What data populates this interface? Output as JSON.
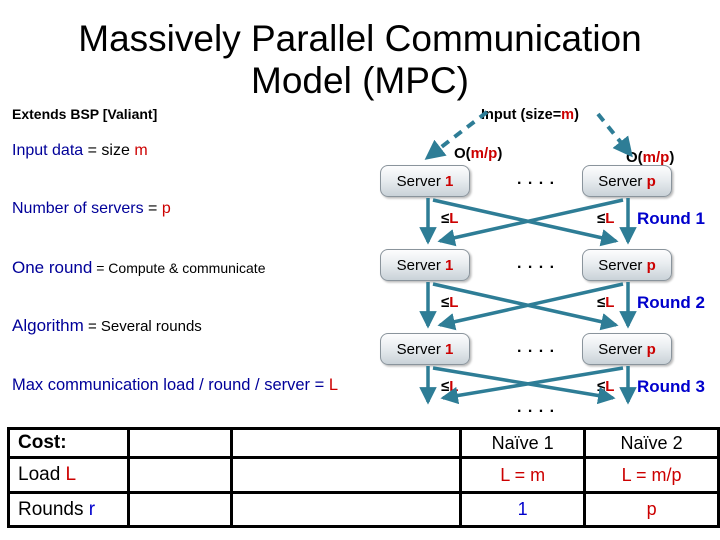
{
  "colors": {
    "navy": "#000099",
    "red": "#cc0000",
    "blue": "#0000cc",
    "teal": "#2e7d96"
  },
  "title": {
    "line1": "Massively Parallel Communication",
    "line2": "Model (MPC)"
  },
  "left_panel": {
    "extends": "Extends BSP [Valiant]",
    "item1": {
      "lead": "Input data",
      "mid": " = size ",
      "var": "m"
    },
    "item2": {
      "lead": "Number of servers",
      "mid": " = ",
      "var": "p"
    },
    "item3": {
      "lead": "One round",
      "mid": " = Compute & communicate"
    },
    "item4": {
      "lead": "Algorithm",
      "mid": " = Several rounds"
    },
    "item5": {
      "lead": "Max communication load / round / server = ",
      "var": "L"
    }
  },
  "diagram": {
    "input_label": {
      "pre": "Input (size=",
      "var": "m",
      "post": ")"
    },
    "o_left": {
      "pre": "O(",
      "var": "m/p",
      "post": ")"
    },
    "o_right": {
      "pre": "O(",
      "var": "m/p",
      "post": ")"
    },
    "row_dots": ". . . .",
    "bottom_dots": ". . . .",
    "server_rows": [
      {
        "s1_label": "Server ",
        "s1_var": "1",
        "sp_label": "Server ",
        "sp_var": "p"
      },
      {
        "s1_label": "Server ",
        "s1_var": "1",
        "sp_label": "Server ",
        "sp_var": "p"
      },
      {
        "s1_label": "Server ",
        "s1_var": "1",
        "sp_label": "Server ",
        "sp_var": "p"
      }
    ],
    "rounds": [
      {
        "le": "≤",
        "load": "L",
        "name": "Round 1"
      },
      {
        "le": "≤",
        "load": "L",
        "name": "Round 2"
      },
      {
        "le": "≤",
        "load": "L",
        "name": "Round 3"
      }
    ]
  },
  "table": {
    "rows": [
      {
        "label": "Cost:",
        "label_var": "",
        "c2": "",
        "c3": "",
        "c4": "Naïve 1",
        "c5": "Naïve 2"
      },
      {
        "label": "Load ",
        "label_var": "L",
        "c2": "",
        "c3": "",
        "c4": "L = m",
        "c5": "L = m/p"
      },
      {
        "label": "Rounds ",
        "label_var": "r",
        "c2": "",
        "c3": "",
        "c4": "1",
        "c5": "p"
      }
    ]
  }
}
